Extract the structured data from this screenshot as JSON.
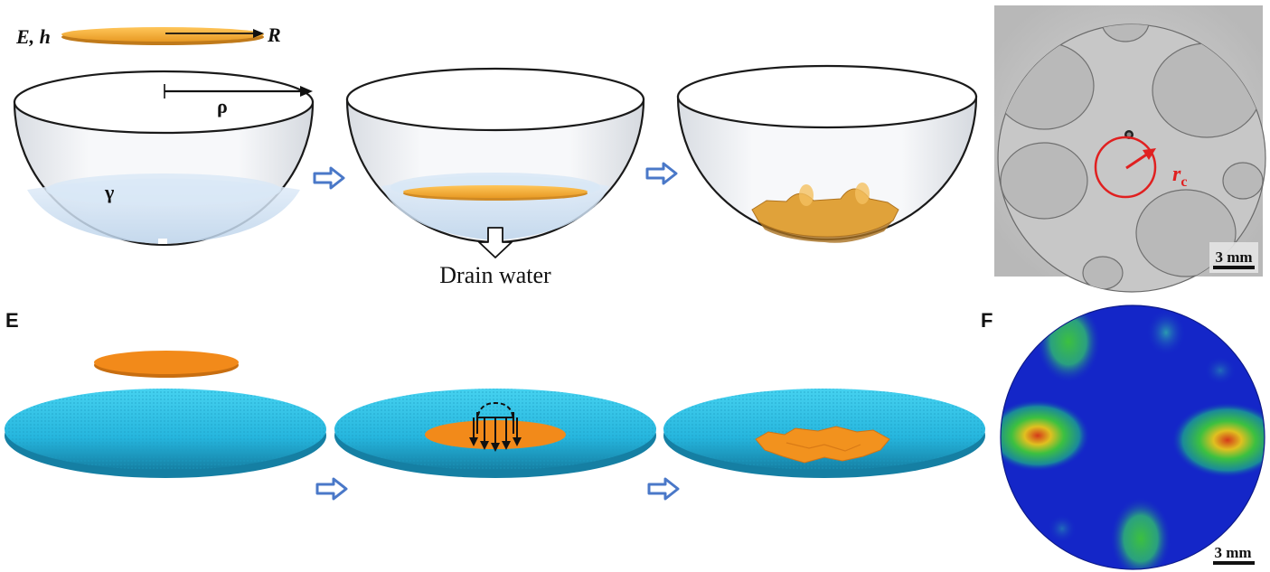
{
  "labels": {
    "sheet_modulus_thickness": "E, h",
    "sheet_radius": "R",
    "bowl_radius": "ρ",
    "surface_tension": "γ",
    "drain_label": "Drain water",
    "panel_e": "E",
    "panel_f": "F",
    "critical_radius_letter": "r",
    "critical_radius_sub": "c",
    "scale_bar_photo": "3 mm",
    "scale_bar_sim": "3 mm"
  },
  "colors": {
    "sheet": "#f5ad3a",
    "sheet_dark": "#c07a1a",
    "water": "#cfe0f2",
    "bowl_rim": "#1a1a1a",
    "arrow": "#4a78c8",
    "particles": "#2ec3e6",
    "particles_dark": "#1896b8",
    "sim_sheet": "#f28a1a",
    "photo_bg": "#c9c9c9",
    "red_marker": "#e02020",
    "heatmap_base": "#1426c8"
  },
  "icons": [
    "process-arrow-icon",
    "drain-arrow-icon",
    "dimension-arrow-icon",
    "force-arrows-icon"
  ]
}
